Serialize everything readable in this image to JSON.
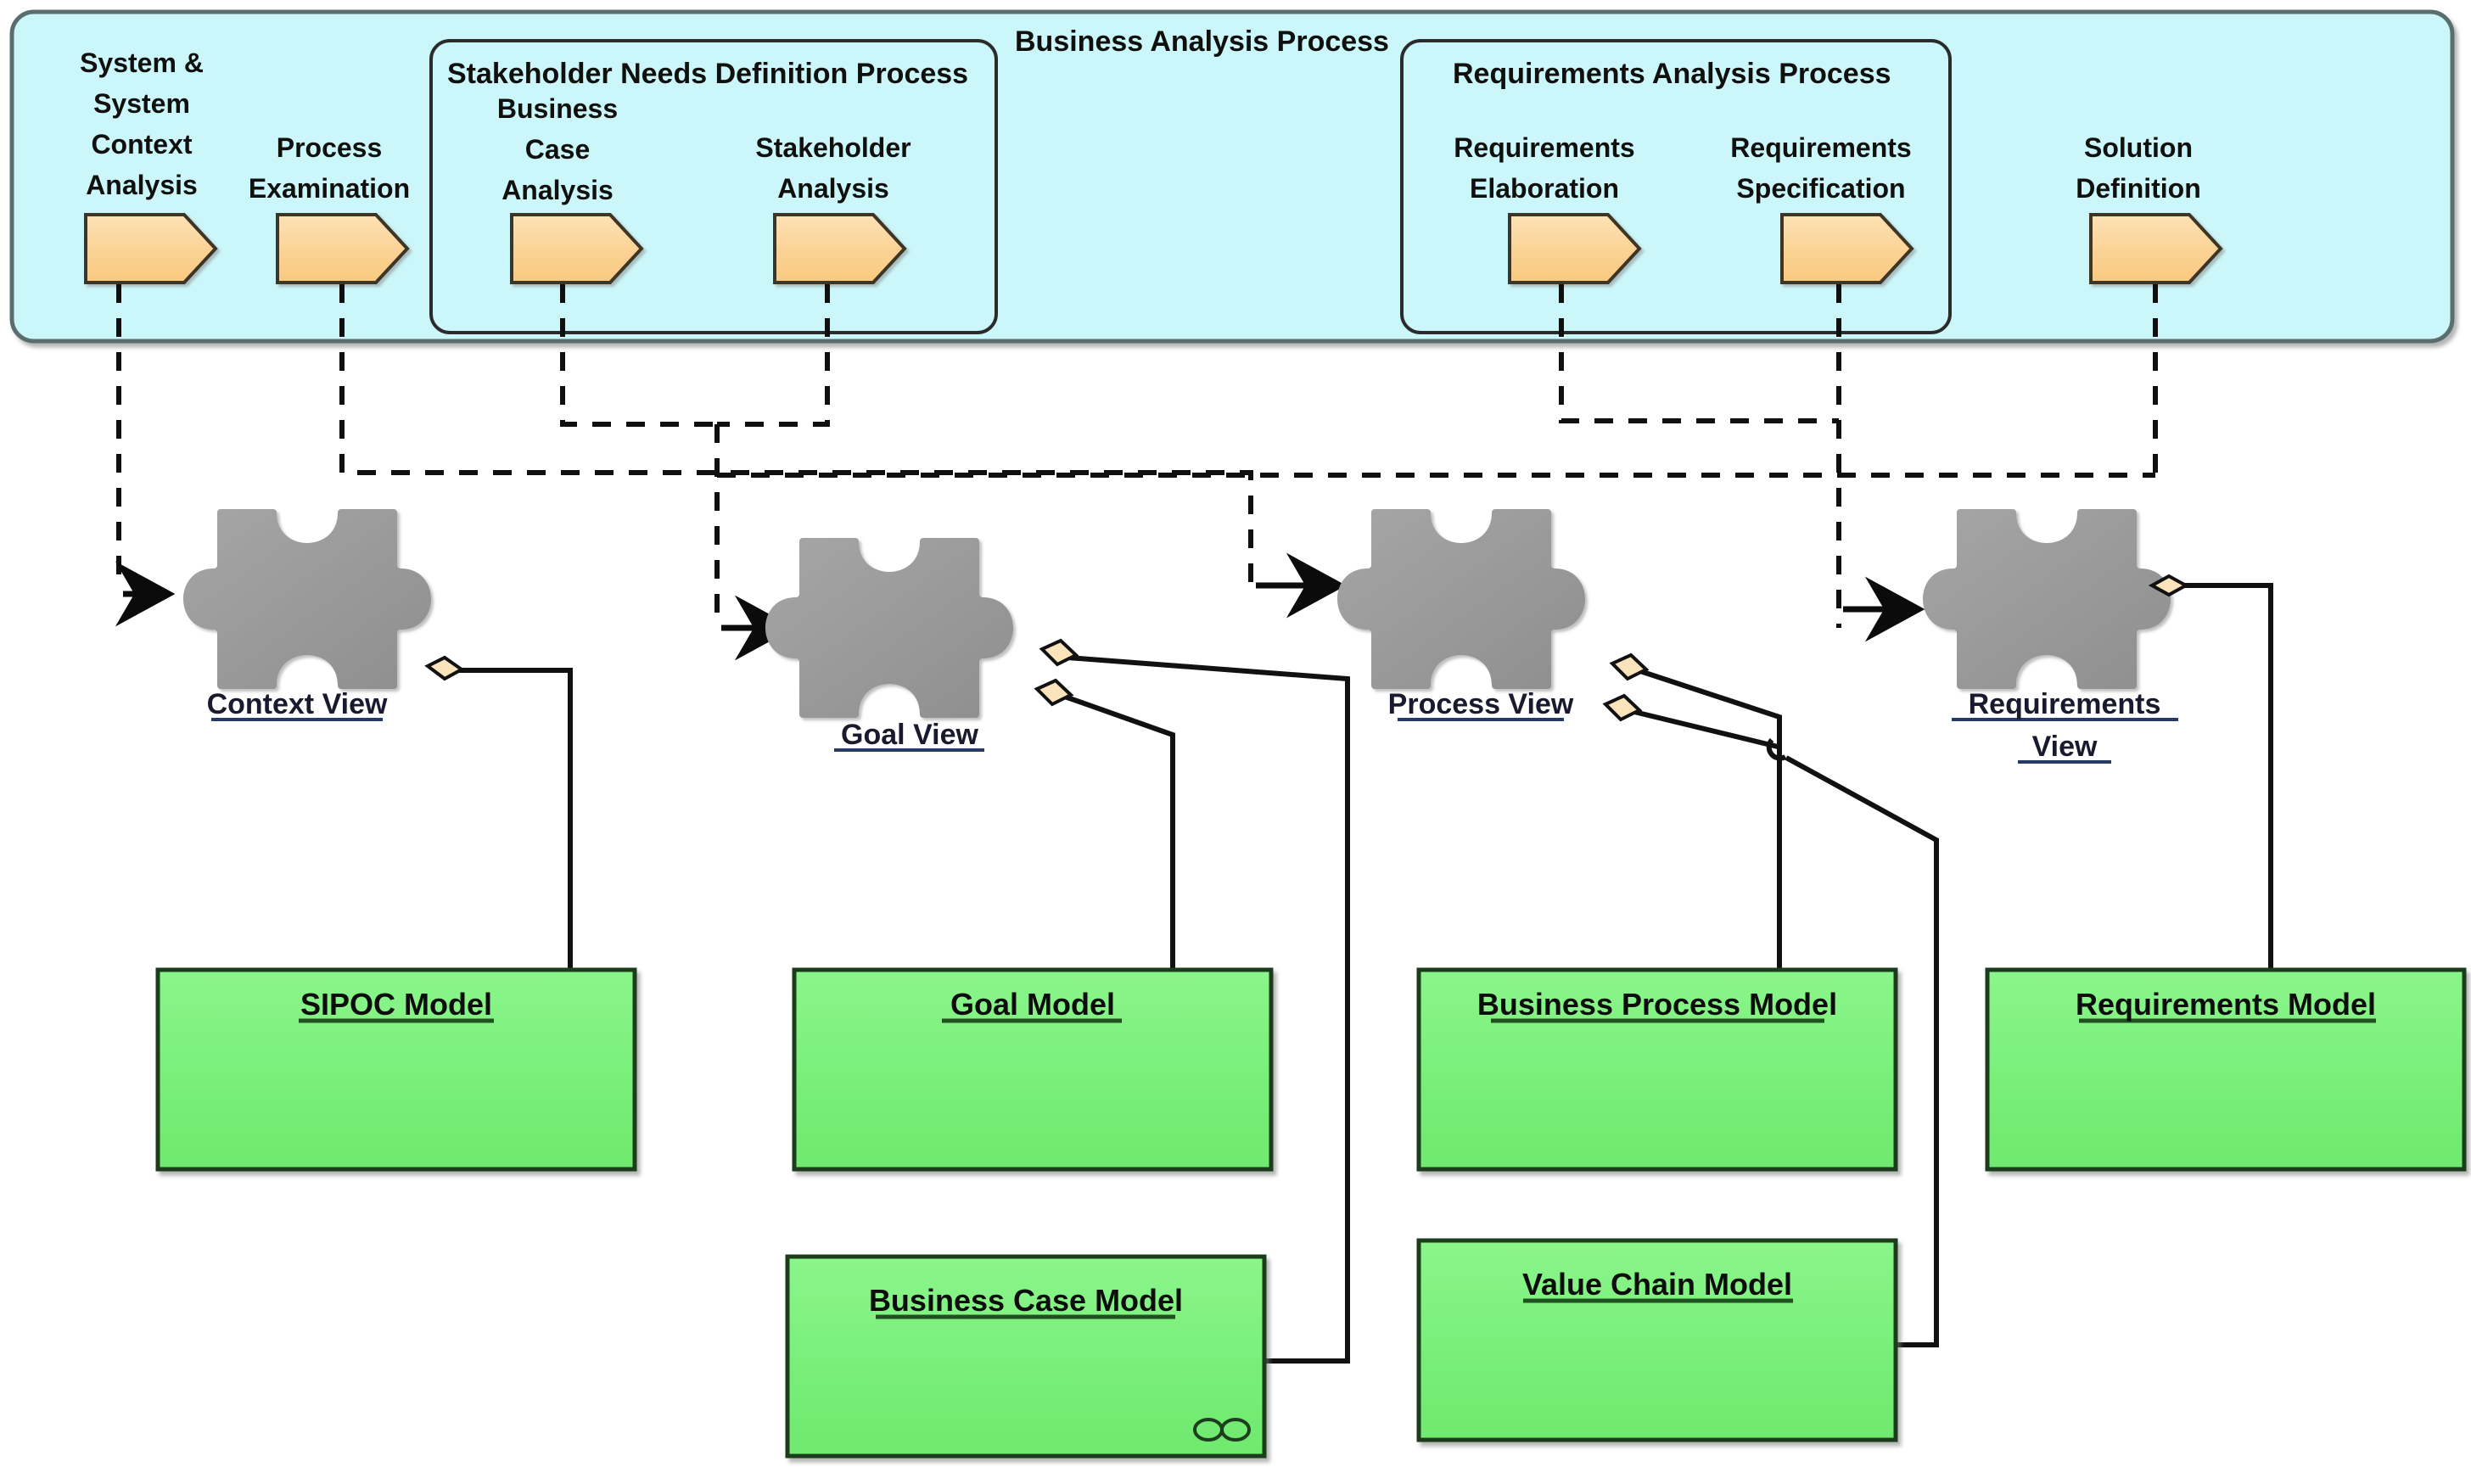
{
  "diagram": {
    "title": "Business Analysis Process",
    "colors": {
      "process_container_fill": "#ccf7fa",
      "process_container_stroke": "#5a6e6e",
      "activity_fill": "#fbd79a",
      "activity_stroke": "#3d3627",
      "view_piece_fill": "#9a9a9a",
      "model_fill": "#7cf07c",
      "model_stroke": "#1d3d1d",
      "diamond_fill": "#fbe3bb",
      "connector_stroke": "#111111"
    }
  },
  "process_group": {
    "label": "Business Analysis Process",
    "activities": [
      {
        "id": "system-context-analysis",
        "label": "System &\nSystem\nContext\nAnalysis",
        "lines": [
          "System &",
          "System",
          "Context",
          "Analysis"
        ]
      },
      {
        "id": "process-examination",
        "label": "Process Examination",
        "lines": [
          "Process",
          "Examination"
        ]
      },
      {
        "id": "solution-definition",
        "label": "Solution Definition",
        "lines": [
          "Solution",
          "Definition"
        ]
      }
    ],
    "subgroups": [
      {
        "id": "stakeholder-needs-definition-process",
        "label": "Stakeholder Needs Definition Process",
        "activities": [
          {
            "id": "business-case-analysis",
            "label": "Business Case Analysis",
            "lines": [
              "Business",
              "Case",
              "Analysis"
            ]
          },
          {
            "id": "stakeholder-analysis",
            "label": "Stakeholder Analysis",
            "lines": [
              "Stakeholder",
              "Analysis"
            ]
          }
        ]
      },
      {
        "id": "requirements-analysis-process",
        "label": "Requirements Analysis Process",
        "activities": [
          {
            "id": "requirements-elaboration",
            "label": "Requirements Elaboration",
            "lines": [
              "Requirements",
              "Elaboration"
            ]
          },
          {
            "id": "requirements-specification",
            "label": "Requirements Specification",
            "lines": [
              "Requirements",
              "Specification"
            ]
          }
        ]
      }
    ]
  },
  "views": [
    {
      "id": "context-view",
      "label": "Context View",
      "lines": [
        "Context View"
      ]
    },
    {
      "id": "goal-view",
      "label": "Goal View",
      "lines": [
        "Goal View"
      ]
    },
    {
      "id": "process-view",
      "label": "Process View",
      "lines": [
        "Process View"
      ]
    },
    {
      "id": "requirements-view",
      "label": "Requirements View",
      "lines": [
        "Requirements",
        "View"
      ]
    }
  ],
  "models": [
    {
      "id": "sipoc-model",
      "label": "SIPOC Model",
      "has_link_icon": false
    },
    {
      "id": "goal-model",
      "label": "Goal Model",
      "has_link_icon": false
    },
    {
      "id": "business-process-model",
      "label": "Business Process Model",
      "has_link_icon": false
    },
    {
      "id": "requirements-model",
      "label": "Requirements Model",
      "has_link_icon": false
    },
    {
      "id": "business-case-model",
      "label": "Business Case Model",
      "has_link_icon": true
    },
    {
      "id": "value-chain-model",
      "label": "Value Chain Model",
      "has_link_icon": false
    }
  ]
}
